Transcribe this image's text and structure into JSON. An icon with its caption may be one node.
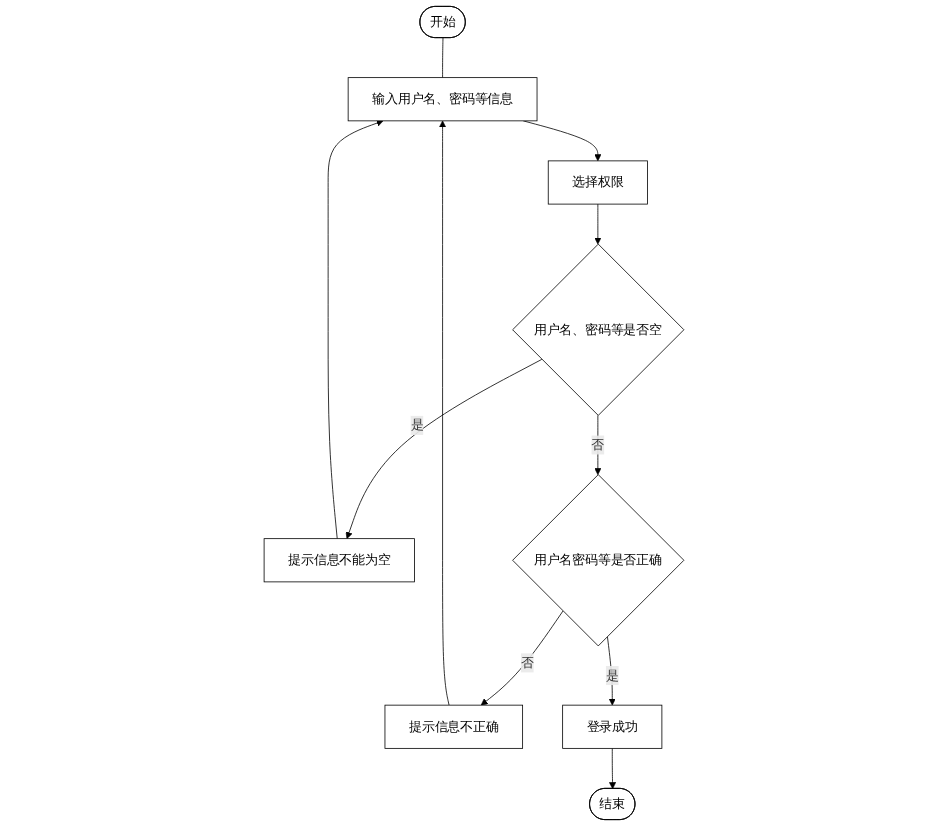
{
  "diagram": {
    "nodes": [
      {
        "text": [
          "开始"
        ]
      },
      {
        "text": [
          "输入用户名、密码等信息"
        ]
      },
      {
        "text": [
          "选择权限"
        ]
      },
      {
        "text": [
          "用户名、密码等是否空"
        ]
      },
      {
        "text": [
          "提示信息不能为空"
        ]
      },
      {
        "text": [
          "用户名密码等是否正确"
        ]
      },
      {
        "text": [
          "提示信息不正确"
        ]
      },
      {
        "text": [
          "登录成功"
        ]
      },
      {
        "text": [
          "结束"
        ]
      }
    ],
    "edges": [
      {
        "from": 0,
        "to": 1,
        "arrow": "none"
      },
      {
        "from": 1,
        "to": 2,
        "arrow": "to"
      },
      {
        "from": 2,
        "to": 3,
        "arrow": "to"
      },
      {
        "from": 3,
        "to": 4,
        "arrow": "to",
        "label": "是"
      },
      {
        "from": 4,
        "to": 1,
        "arrow": "to"
      },
      {
        "from": 3,
        "to": 5,
        "arrow": "to",
        "label": "否"
      },
      {
        "from": 5,
        "to": 6,
        "arrow": "to",
        "label": "否"
      },
      {
        "from": 6,
        "to": 1,
        "arrow": "to"
      },
      {
        "from": 5,
        "to": 7,
        "arrow": "to",
        "label": "是"
      },
      {
        "from": 7,
        "to": 8,
        "arrow": "to"
      }
    ]
  }
}
